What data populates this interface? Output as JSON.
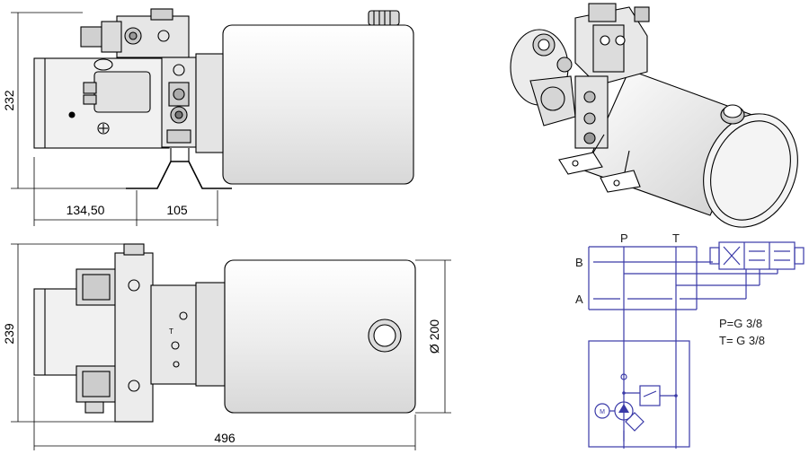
{
  "dimensions": {
    "front_height": "232",
    "left_offset": "134,50",
    "bracket_width": "105",
    "top_height": "239",
    "tank_diameter": "Ø 200",
    "overall_length": "496"
  },
  "schematic": {
    "port_p": "P",
    "port_t": "T",
    "port_a": "A",
    "port_b": "B",
    "note_p": "P=G 3/8",
    "note_t": "T= G 3/8",
    "motor_symbol": "M"
  },
  "colors": {
    "line": "#000000",
    "schematic": "#3a3aa8",
    "shade": "#d9d9d9"
  }
}
